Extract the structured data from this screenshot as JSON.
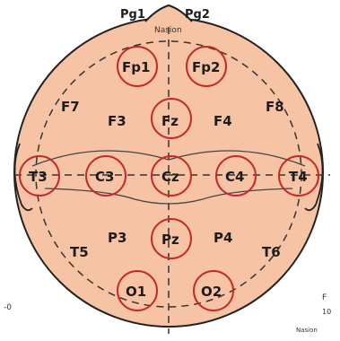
{
  "diagram": {
    "colors": {
      "head_fill": "#f6c4a4",
      "outline": "#222222",
      "circle": "#c42a2a",
      "dashed": "#333333"
    },
    "top_labels": {
      "pg1": "Pg1",
      "pg2": "Pg2",
      "nasion": "Nasion"
    },
    "electrodes": {
      "fp1": "Fp1",
      "fp2": "Fp2",
      "f7": "F7",
      "f3": "F3",
      "fz": "Fz",
      "f4": "F4",
      "f8": "F8",
      "t3": "T3",
      "c3": "C3",
      "cz": "Cz",
      "c4": "C4",
      "t4": "T4",
      "t5": "T5",
      "p3": "P3",
      "pz": "Pz",
      "p4": "P4",
      "t6": "T6",
      "o1": "O1",
      "o2": "O2"
    },
    "edge_fragments": {
      "left_bottom": "-0",
      "right_f": "F",
      "right_10": "10",
      "right_nasion": "Nasion"
    }
  }
}
